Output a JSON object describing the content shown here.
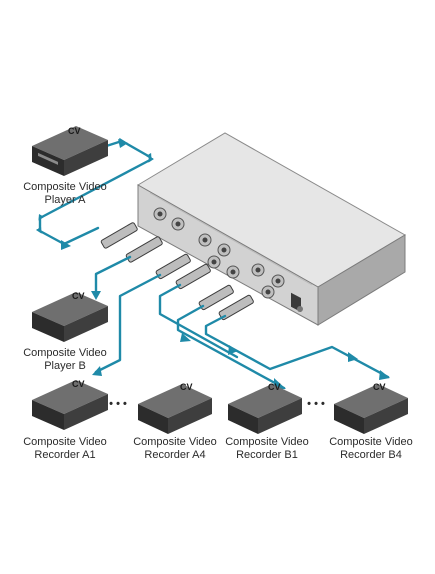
{
  "device_labels": {
    "player_a": [
      "Composite Video",
      "Player A"
    ],
    "player_b": [
      "Composite Video",
      "Player B"
    ],
    "recorder_a1": [
      "Composite Video",
      "Recorder A1"
    ],
    "recorder_a4": [
      "Composite Video",
      "Recorder A4"
    ],
    "recorder_b1": [
      "Composite Video",
      "Recorder B1"
    ],
    "recorder_b4": [
      "Composite Video",
      "Recorder B4"
    ]
  },
  "port_label": "CV",
  "ellipsis": "• • •",
  "colors": {
    "cable": "#1f8aa8",
    "device_top": "#6e6e6e",
    "device_front": "#2c2c2c",
    "chassis_top": "#e4e4e4",
    "chassis_front": "#cfcfcf",
    "text": "#2b2b2b"
  }
}
